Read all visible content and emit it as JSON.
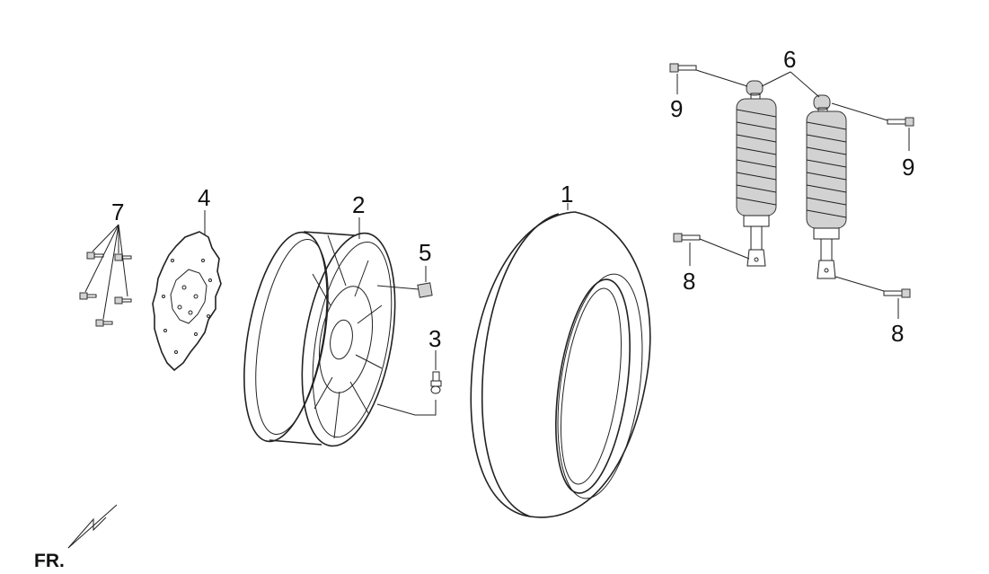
{
  "callouts": {
    "tire": "1",
    "wheel_rim": "2",
    "valve": "3",
    "brake_disc": "4",
    "balance_weight": "5",
    "shock_absorber": "6",
    "disc_bolts": "7",
    "lower_bolt_left": "8",
    "lower_bolt_right": "8",
    "upper_bolt_left": "9",
    "upper_bolt_right": "9"
  },
  "front_marker": "FR."
}
